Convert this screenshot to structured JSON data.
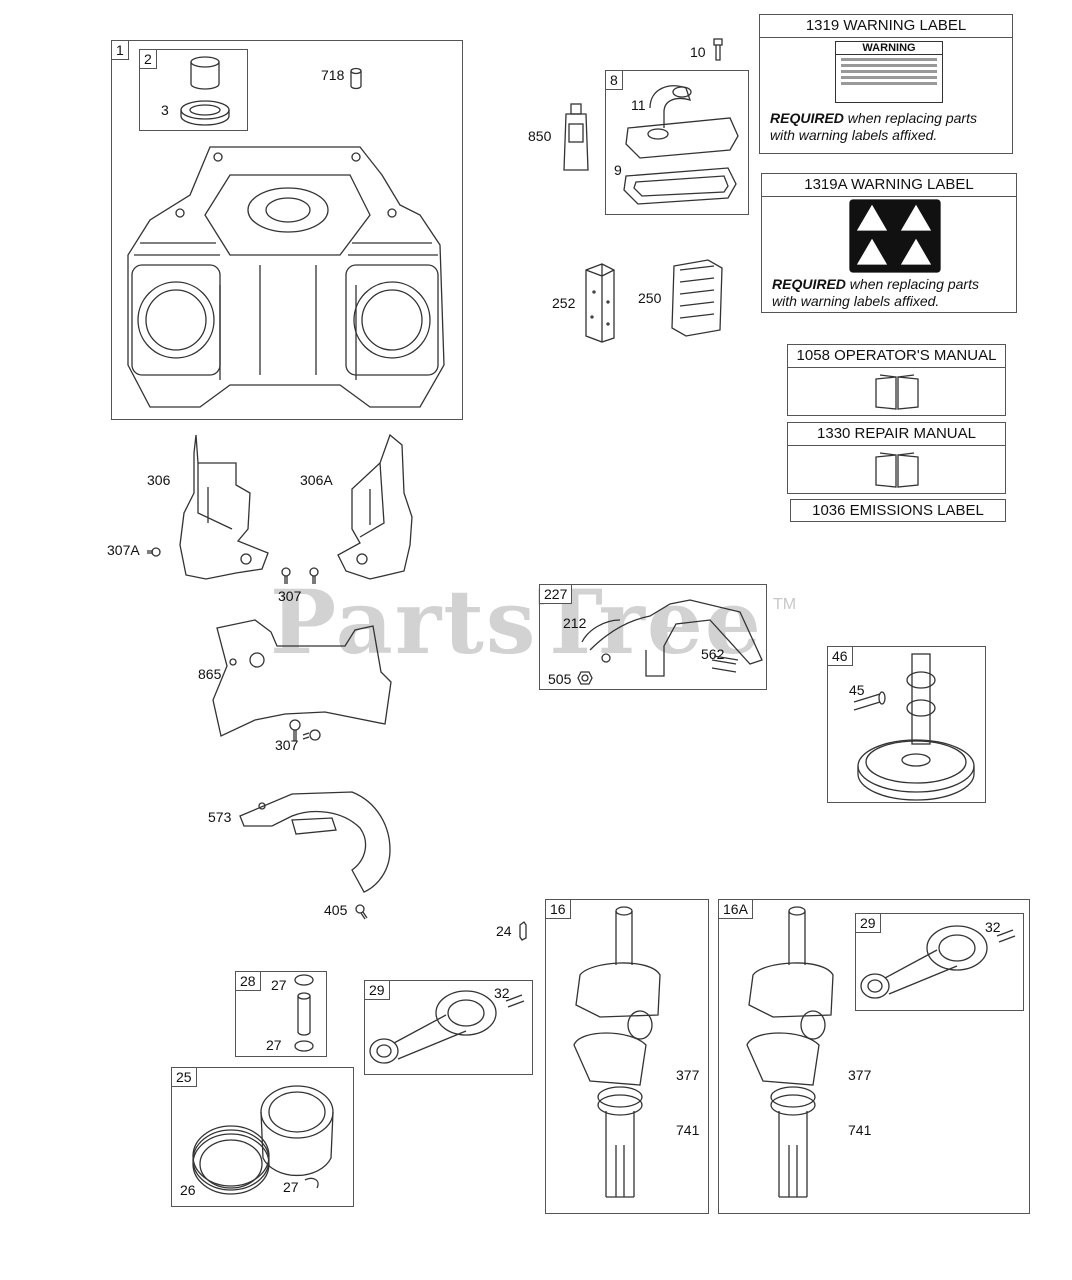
{
  "watermark": {
    "brand": "PartsTree",
    "trademark": "TM"
  },
  "groups": {
    "g1": "1",
    "g2": "2",
    "g8": "8",
    "g227": "227",
    "g46": "46",
    "g16": "16",
    "g16a": "16A",
    "g28": "28",
    "g29a": "29",
    "g29b": "29",
    "g25": "25"
  },
  "callouts": {
    "c3": "3",
    "c718": "718",
    "c10": "10",
    "c11": "11",
    "c9": "9",
    "c850": "850",
    "c252": "252",
    "c250": "250",
    "c306": "306",
    "c306a": "306A",
    "c307a": "307A",
    "c307_1": "307",
    "c865": "865",
    "c307_2": "307",
    "c212": "212",
    "c562": "562",
    "c505": "505",
    "c45": "45",
    "c573": "573",
    "c405": "405",
    "c24": "24",
    "c27a": "27",
    "c27b": "27",
    "c32a": "32",
    "c26": "26",
    "c27c": "27",
    "c377a": "377",
    "c741a": "741",
    "c377b": "377",
    "c741b": "741",
    "c29c": "29",
    "c32b": "32"
  },
  "labels": {
    "warning1": {
      "title": "1319 WARNING LABEL",
      "decal_title": "WARNING",
      "req_bold": "REQUIRED",
      "req_rest": " when replacing parts",
      "req_line2": "with warning labels affixed."
    },
    "warning2": {
      "title": "1319A WARNING LABEL",
      "req_bold": "REQUIRED",
      "req_rest": " when replacing parts",
      "req_line2": "with warning labels affixed."
    },
    "manual1": {
      "title": "1058 OPERATOR'S MANUAL"
    },
    "manual2": {
      "title": "1330 REPAIR MANUAL"
    },
    "emissions": {
      "title": "1036 EMISSIONS LABEL"
    }
  }
}
